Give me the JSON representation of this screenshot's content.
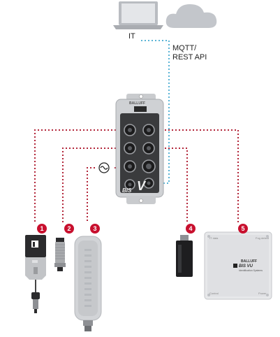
{
  "labels": {
    "it": "IT",
    "protocol_line1": "MQTT/",
    "protocol_line2": "REST API"
  },
  "badges": [
    "1",
    "2",
    "3",
    "4",
    "5"
  ],
  "device_text": {
    "master_brand": "BALLUFF",
    "master_logo": "BIS",
    "master_logo_v": "V",
    "unit5_brand": "BALLUFF",
    "unit5_model": "BIS VU",
    "unit5_subtitle": "Identification Systems",
    "unit5_port_left": "IT data",
    "unit5_port_right": "Fog detect",
    "unit5_foot_left": "Control",
    "unit5_foot_right": "Power"
  },
  "colors": {
    "ot_line": "#b3263a",
    "it_line": "#5ab4d6",
    "badge": "#c8102e",
    "device_gray": "#d9dbde",
    "laptop_gray": "#b9bcc1",
    "cloud_gray": "#c3c6cb"
  },
  "icons": [
    "laptop-icon",
    "cloud-icon",
    "power-plug-icon"
  ]
}
